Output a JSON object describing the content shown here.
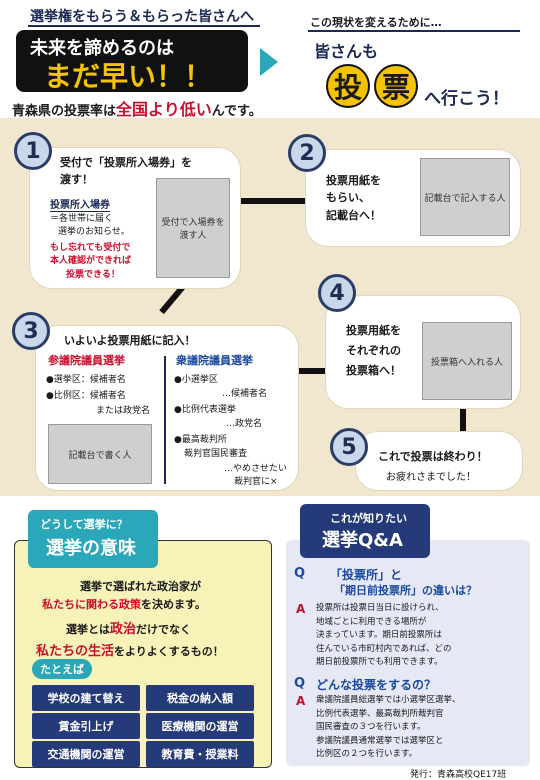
{
  "header": {
    "subtitle": "選挙権をもらう＆もらった皆さんへ",
    "title_line1": "未来を諦めるのは",
    "title_line2": "まだ早い！！",
    "stat_prefix": "青森県の投票率は",
    "stat_highlight": "全国より低い",
    "stat_suffix": "んです。",
    "right_small": "この現状を変えるために…",
    "right_line1": "皆さんも",
    "right_char1": "投",
    "right_char2": "票",
    "right_tail": "へ行こう！"
  },
  "steps": {
    "s1": {
      "num": "1",
      "text1": "受付で「投票所入場券」を",
      "text2": "渡す！",
      "ticket": "投票所入場券",
      "note1": "＝各世帯に届く",
      "note2": "選挙のお知らせ。",
      "red1": "もし忘れても受付で",
      "red2": "本人確認ができれば",
      "red3": "投票できる！",
      "figure_alt": "受付で入場券を渡す人"
    },
    "s2": {
      "num": "2",
      "text1": "投票用紙を",
      "text2": "もらい、",
      "text3": "記載台へ！",
      "figure_alt": "記載台で記入する人"
    },
    "s3": {
      "num": "3",
      "heading": "いよいよ投票用紙に記入！",
      "left_title": "参議院議員選挙",
      "l1": "●選挙区：候補者名",
      "l2": "●比例区：候補者名",
      "l3": "または政党名",
      "right_title": "衆議院議員選挙",
      "r1": "●小選挙区",
      "r2": "…候補者名",
      "r3": "●比例代表選挙",
      "r4": "…政党名",
      "r5": "●最高裁判所",
      "r6": "裁判官国民審査",
      "r7": "…やめさせたい",
      "r8": "裁判官に×",
      "figure_alt": "記載台で書く人"
    },
    "s4": {
      "num": "4",
      "text1": "投票用紙を",
      "text2": "それぞれの",
      "text3": "投票箱へ！",
      "figure_alt": "投票箱へ入れる人"
    },
    "s5": {
      "num": "5",
      "text1": "これで投票は終わり！",
      "text2": "お疲れさまでした！"
    }
  },
  "meaning": {
    "tag_small": "どうして選挙に？",
    "tag_big": "選挙の意味",
    "p1": "選挙で選ばれた政治家が",
    "p2a": "私たちに関わる政策",
    "p2b": "を決めます。",
    "p3a": "選挙とは",
    "p3b": "政治",
    "p3c": "だけでなく",
    "p4a": "私たちの生活",
    "p4b": "をよりよくするもの！",
    "example_label": "たとえば",
    "examples": [
      "学校の建て替え",
      "税金の納入額",
      "賃金引上げ",
      "医療機関の運営",
      "交通機関の運営",
      "教育費・授業料"
    ]
  },
  "qa": {
    "tag_small": "これが知りたい",
    "tag_big": "選挙Q&A",
    "q1_mark": "Q",
    "q1_line1": "「投票所」と",
    "q1_line2": "「期日前投票所」の違いは？",
    "a1_mark": "A",
    "a1_lines": [
      "投票所は投票日当日に設けられ、",
      "地域ごとに利用できる場所が",
      "決まっています。期日前投票所は",
      "住んでいる市町村内であれば、どの",
      "期日前投票所でも利用できます。"
    ],
    "q2_mark": "Q",
    "q2_line1": "どんな投票をするの？",
    "a2_mark": "A",
    "a2_lines": [
      "衆議院議員総選挙では小選挙区選挙、",
      "比例代表選挙、最高裁判所裁判官",
      "国民審査の３つを行います。",
      "参議院議員通常選挙では選挙区と",
      "比例区の２つを行います。"
    ]
  },
  "footer": {
    "credit": "発行：青森高校QE17班"
  }
}
